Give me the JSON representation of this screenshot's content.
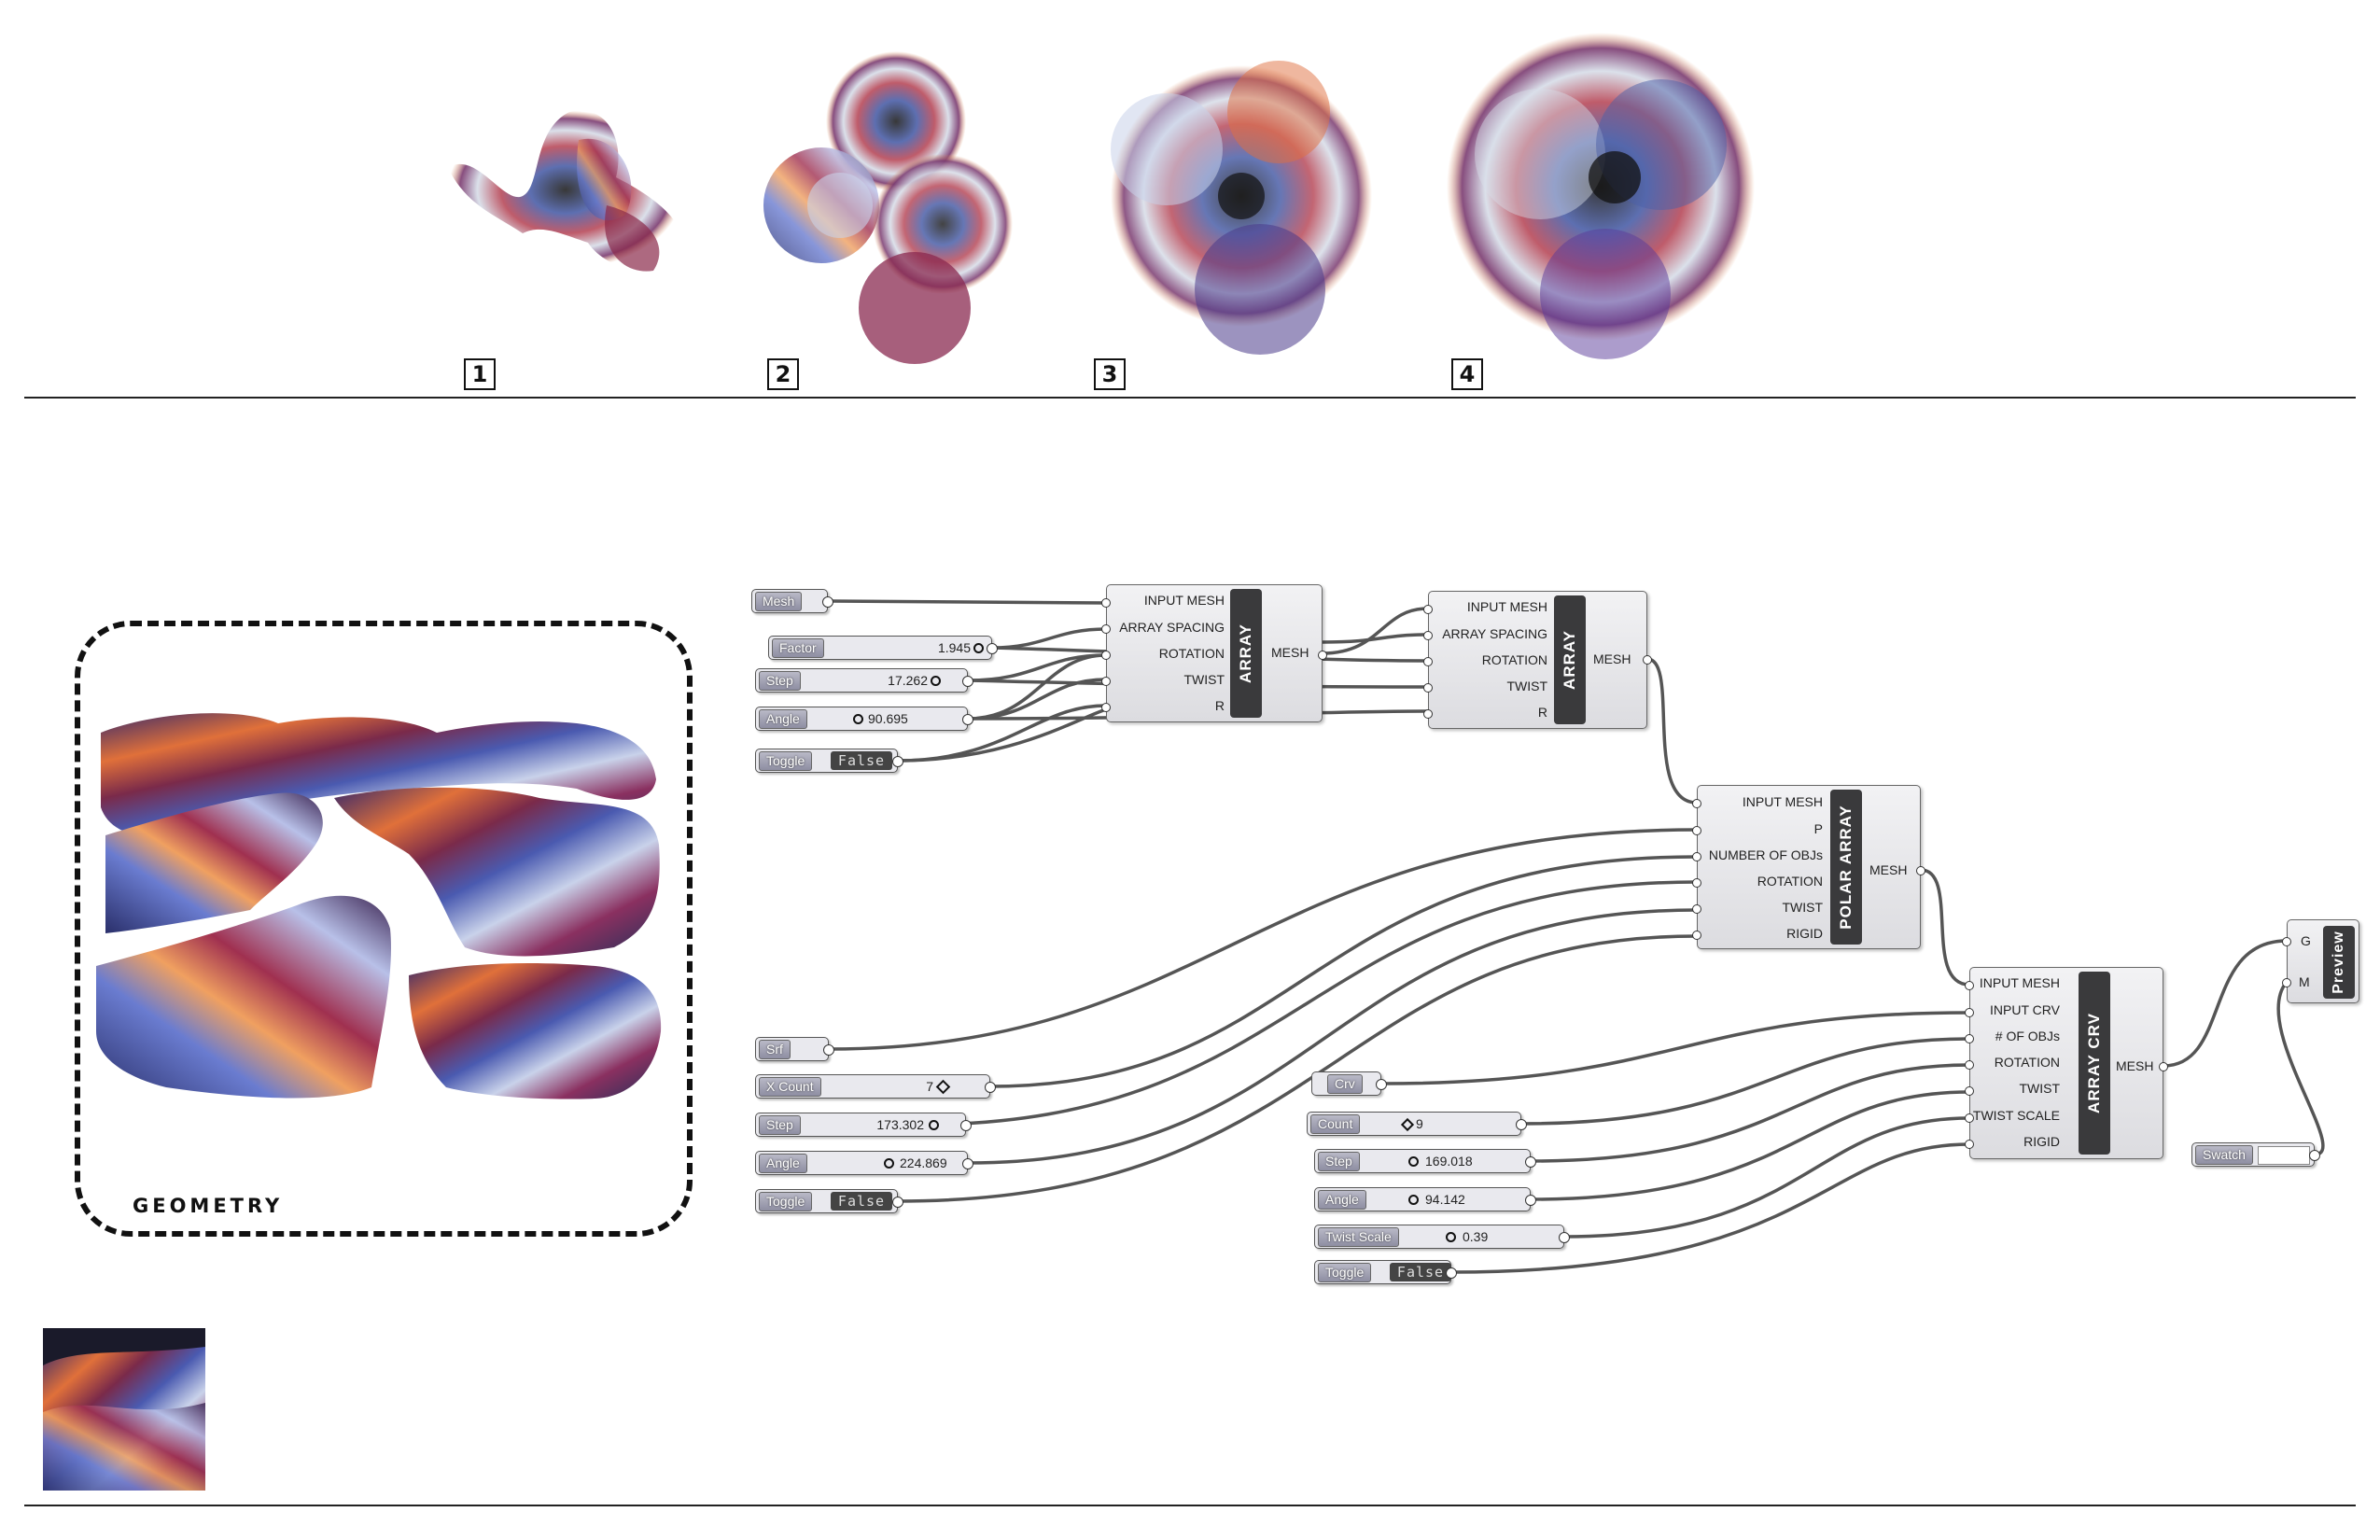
{
  "steps": [
    "1",
    "2",
    "3",
    "4"
  ],
  "geometry_label": "GEOMETRY",
  "colors": {
    "wire": "#555555",
    "rule": "#222222",
    "band": "#3a3a3c"
  },
  "params": {
    "mesh": "Mesh",
    "factor_tag": "Factor",
    "factor_val": "1.945",
    "step1_tag": "Step",
    "step1_val": "17.262",
    "angle1_tag": "Angle",
    "angle1_val": "90.695",
    "toggle1_tag": "Toggle",
    "toggle1_val": "False",
    "srf": "Srf",
    "xcount_tag": "X Count",
    "xcount_val": "7",
    "step2_tag": "Step",
    "step2_val": "173.302",
    "angle2_tag": "Angle",
    "angle2_val": "224.869",
    "toggle2_tag": "Toggle",
    "toggle2_val": "False",
    "crv": "Crv",
    "count_tag": "Count",
    "count_val": "9",
    "step3_tag": "Step",
    "step3_val": "169.018",
    "angle3_tag": "Angle",
    "angle3_val": "94.142",
    "twistscale_tag": "Twist Scale",
    "twistscale_val": "0.39",
    "toggle3_tag": "Toggle",
    "toggle3_val": "False",
    "swatch": "Swatch"
  },
  "components": {
    "array1": {
      "title": "ARRAY",
      "inputs": [
        "INPUT MESH",
        "ARRAY SPACING",
        "ROTATION",
        "TWIST",
        "R"
      ],
      "output": "MESH"
    },
    "array2": {
      "title": "ARRAY",
      "inputs": [
        "INPUT MESH",
        "ARRAY SPACING",
        "ROTATION",
        "TWIST",
        "R"
      ],
      "output": "MESH"
    },
    "polar": {
      "title": "POLAR ARRAY",
      "inputs": [
        "INPUT MESH",
        "P",
        "NUMBER OF OBJs",
        "ROTATION",
        "TWIST",
        "RIGID"
      ],
      "output": "MESH"
    },
    "arraycrv": {
      "title": "ARRAY CRV",
      "inputs": [
        "INPUT MESH",
        "INPUT CRV",
        "# OF OBJs",
        "ROTATION",
        "TWIST",
        "TWIST SCALE",
        "RIGID"
      ],
      "output": "MESH"
    },
    "preview": {
      "title": "Preview",
      "inputs": [
        "G",
        "M"
      ]
    }
  }
}
